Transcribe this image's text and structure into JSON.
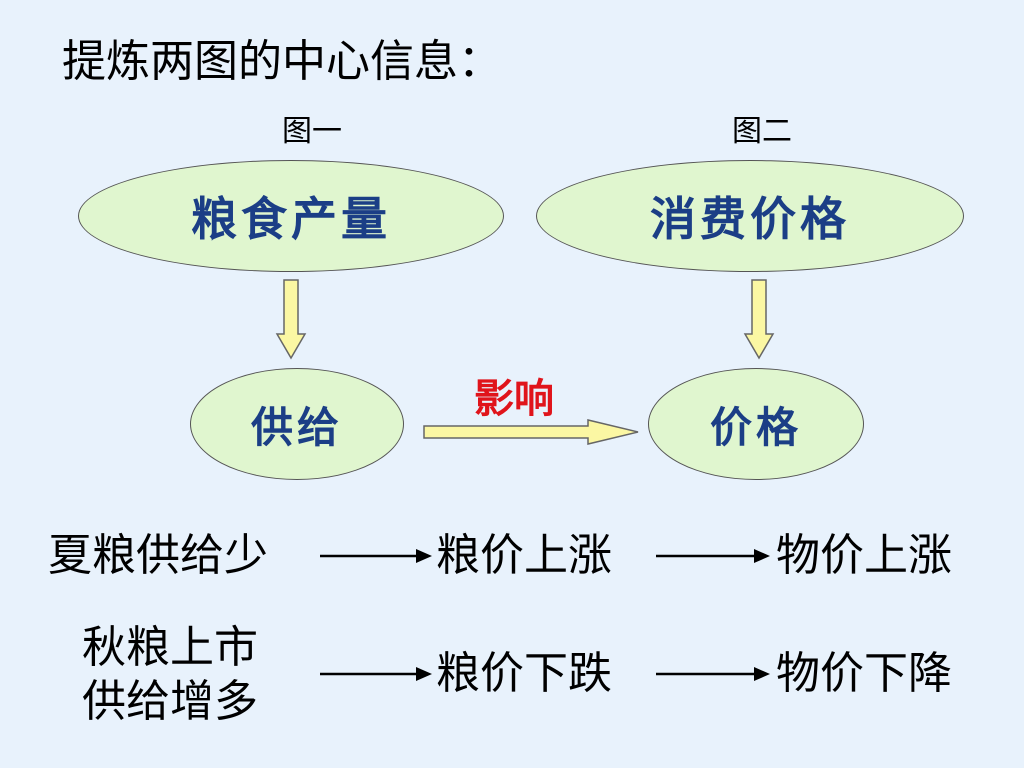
{
  "title": "提炼两图的中心信息：",
  "figures": {
    "fig1_label": "图一",
    "fig2_label": "图二"
  },
  "ovals": {
    "grain_output": "粮食产量",
    "consumer_price": "消费价格",
    "supply": "供给",
    "price": "价格"
  },
  "influence_label": "影响",
  "chains": [
    {
      "cause": "夏粮供给少",
      "step1": "粮价上涨",
      "step2": "物价上涨"
    },
    {
      "cause_line1": "秋粮上市",
      "cause_line2": "供给增多",
      "step1": "粮价下跌",
      "step2": "物价下降"
    }
  ],
  "colors": {
    "background": "#e8f2fc",
    "oval_fill": "#e0f6cf",
    "oval_text": "#1b3e86",
    "arrow_fill": "#fbf7a3",
    "influence_text": "#e0141b"
  }
}
